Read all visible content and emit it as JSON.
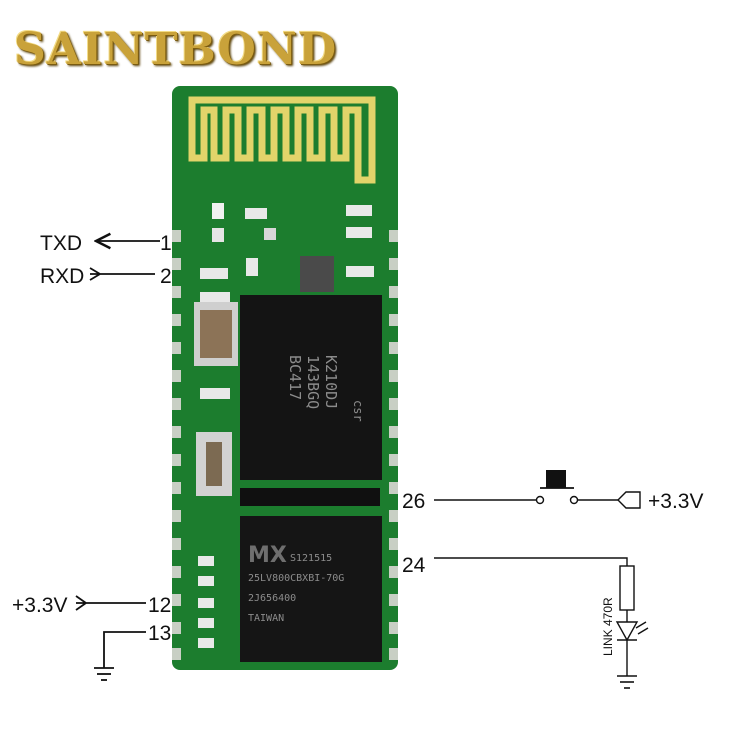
{
  "brand": {
    "name": "SAINTBOND",
    "color": "#c9a23a"
  },
  "module": {
    "pcb_color": "#1c7d2e",
    "antenna_color": "#e2d46a",
    "chip1": {
      "lines": [
        "BC417",
        "143BGQ",
        "K210DJ"
      ],
      "logo": "csr"
    },
    "chip2": {
      "logo": "MX",
      "lines": [
        "S121515",
        "25LV800CBXBI-70G",
        "2J656400",
        "TAIWAN"
      ]
    }
  },
  "pins": {
    "txd": {
      "label": "TXD",
      "number": "1"
    },
    "rxd": {
      "label": "RXD",
      "number": "2"
    },
    "vcc": {
      "label": "+3.3V",
      "number": "12"
    },
    "gnd": {
      "number": "13"
    },
    "pin26": {
      "number": "26",
      "supply": "+3.3V"
    },
    "pin24": {
      "number": "24",
      "resistor": "LINK 470R"
    }
  }
}
